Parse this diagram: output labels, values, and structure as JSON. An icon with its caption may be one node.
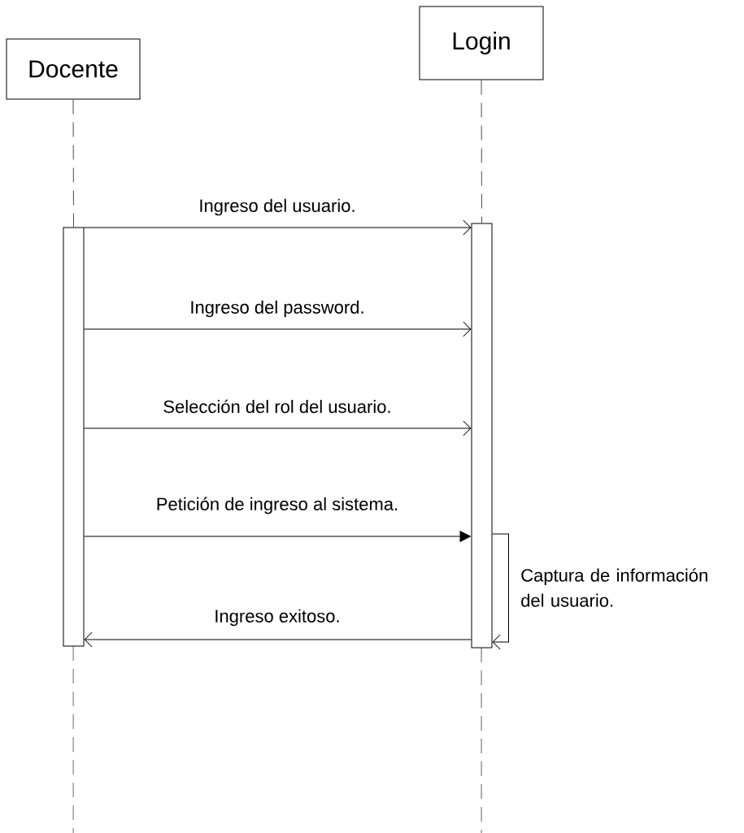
{
  "diagram": {
    "nodes": [
      {
        "text": [
          "Docente"
        ]
      },
      {
        "text": [
          "Login"
        ]
      },
      {
        "text": [],
        "shape": "bar"
      },
      {
        "text": [],
        "shape": "bar"
      }
    ],
    "edges": [
      {
        "from": 0,
        "to": 2,
        "arrow": "none",
        "style": "dashed"
      },
      {
        "from": 1,
        "to": 3,
        "arrow": "none",
        "style": "dashed"
      },
      {
        "from": 2,
        "to": 3,
        "arrow": "to",
        "label": "Ingreso del usuario."
      },
      {
        "from": 2,
        "to": 3,
        "arrow": "to",
        "label": "Ingreso del password."
      },
      {
        "from": 2,
        "to": 3,
        "arrow": "to",
        "label": "Selección del rol del usuario."
      },
      {
        "from": 2,
        "to": 3,
        "arrow": "to",
        "label": "Petición de ingreso al sistema."
      },
      {
        "from": 3,
        "to": 3,
        "arrow": "to",
        "label": "Captura de información del usuario."
      },
      {
        "from": 3,
        "to": 2,
        "arrow": "to",
        "label": "Ingreso exitoso."
      }
    ]
  }
}
